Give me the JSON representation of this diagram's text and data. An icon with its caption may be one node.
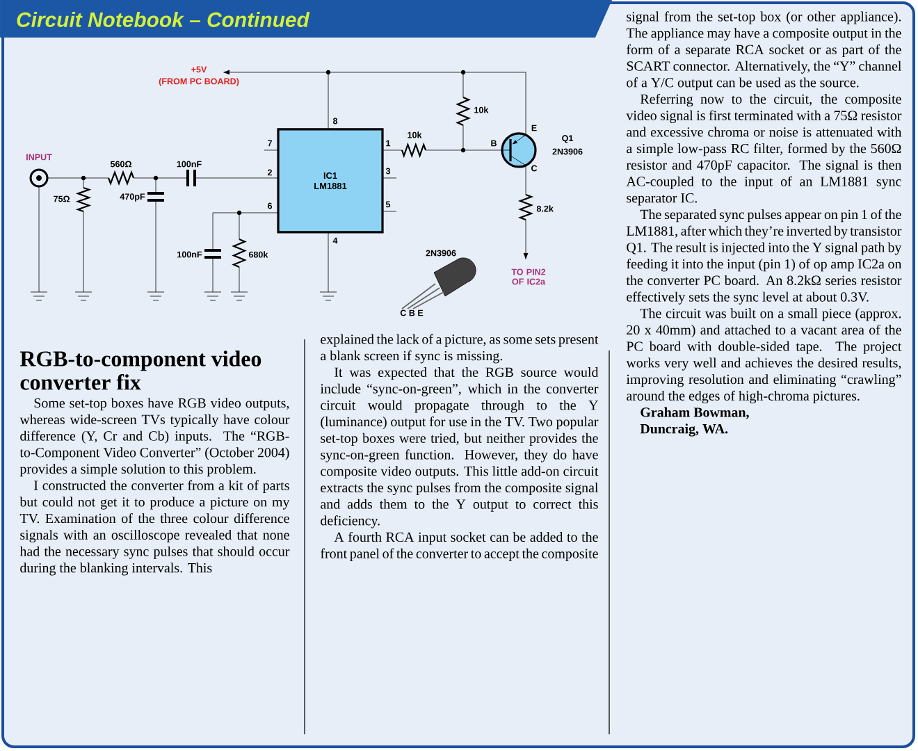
{
  "diagram": {
    "title": "Circuit Notebook – Continued",
    "nodes": [
      {
        "text": [
          "IC1 LM1881"
        ]
      }
    ],
    "labels": [
      "+5V",
      "(FROM PC BOARD)",
      "INPUT",
      "560Ω",
      "100nF",
      "7",
      "2",
      "6",
      "8",
      "1",
      "3",
      "5",
      "4",
      "10k",
      "10k",
      "B",
      "E",
      "Q1",
      "2N3906",
      "C",
      "75Ω",
      "470pF",
      "100nF",
      "680k",
      "8.2k",
      "2N3906",
      "C B E",
      "TO PIN2 OF IC2a",
      "RGB-to-component video converter fix",
      "Some set-top boxes have RGB video outputs, whereas wide-screen TVs typically have colour difference (Y, Cr and Cb) inputs. The “RGB-to-Component Video Converter” (October 2004) provides a simple solution to this problem.",
      "I constructed the converter from a kit of parts but could not get it to produce a picture on my TV. Examination of the three colour difference signals with an oscilloscope revealed that none had the necessary sync pulses that should occur during the blanking intervals. This",
      "explained the lack of a picture, as some sets present a blank screen if sync is missing.",
      "It was expected that the RGB source would include “sync-on-green”, which in the converter circuit would propagate through to the Y (luminance) output for use in the TV. Two popular set-top boxes were tried, but neither provides the sync-on-green function. However, they do have composite video outputs. This little add-on circuit extracts the sync pulses from the composite signal and adds them to the Y output to correct this deficiency.",
      "A fourth RCA input socket can be added to the front panel of the converter to accept the composite",
      "signal from the set-top box (or other appliance). The appliance may have a composite output in the form of a separate RCA socket or as part of the SCART connector. Alternatively, the “Y” channel of a Y/C output can be used as the source.",
      "Referring now to the circuit, the composite video signal is first terminated with a 75Ω resistor and excessive chroma or noise is attenuated with a simple low-pass RC filter, formed by the 560Ω resistor and 470pF capacitor. The signal is then AC-coupled to the input of an LM1881 sync separator IC.",
      "The separated sync pulses appear on pin 1 of the LM1881, after which they’re inverted by transistor Q1. The result is injected into the Y signal path by feeding it into the input (pin 1) of op amp IC2a on the converter PC board. An 8.2kΩ series resistor effectively sets the sync level at about 0.3V.",
      "The circuit was built on a small piece (approx. 20 x 40mm) and attached to a vacant area of the PC board with double-sided tape. The project works very well and achieves the desired results, improving resolution and eliminating “crawling” around the edges of high-chroma pictures.",
      "Graham Bowman,",
      "Duncraig, WA."
    ]
  }
}
